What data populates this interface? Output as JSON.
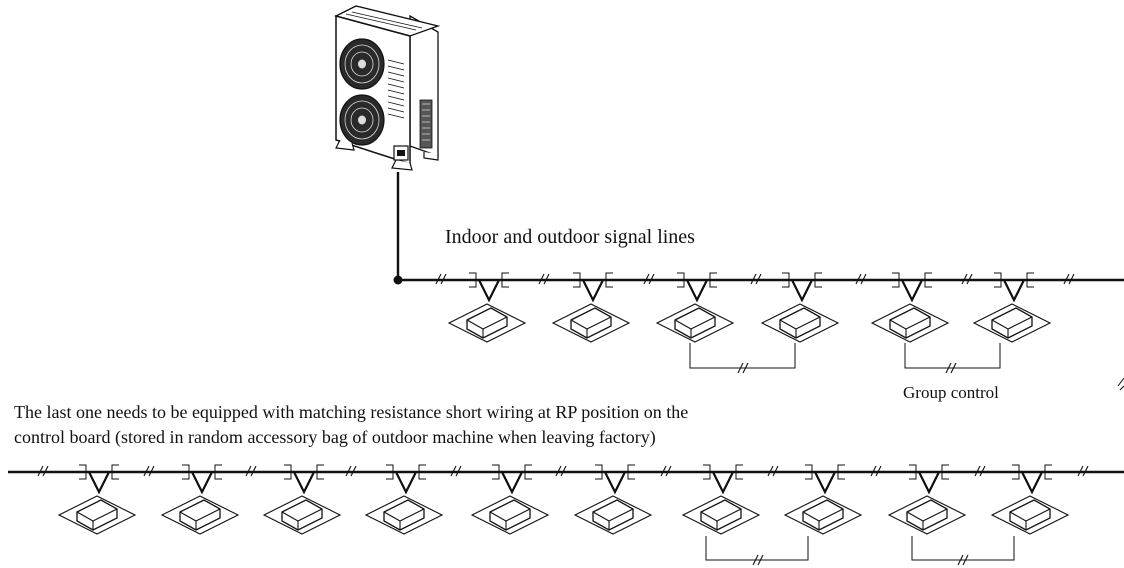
{
  "labels": {
    "signal_lines": "Indoor and outdoor signal lines",
    "group_control": "Group control",
    "note_line1": "The last one needs to be equipped with matching resistance short wiring at RP position on the",
    "note_line2": "control board (stored in random accessory bag of outdoor machine when leaving factory)"
  },
  "diagram": {
    "outdoor_unit": "outdoor-unit-icon",
    "indoor_unit": "cassette-indoor-unit-icon",
    "row1_indoor_unit_count": 6,
    "row2_indoor_unit_count": 10,
    "row1_group_control_pairs": [
      [
        3,
        4
      ],
      [
        5,
        6
      ]
    ],
    "row2_group_control_pairs": [
      [
        7,
        8
      ],
      [
        9,
        10
      ]
    ]
  }
}
